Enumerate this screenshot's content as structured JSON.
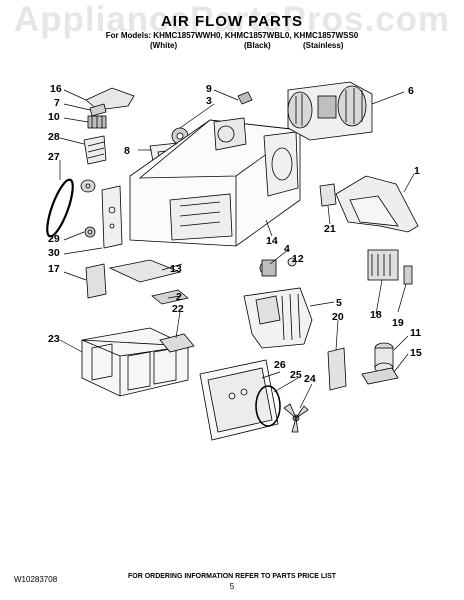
{
  "watermark": "AppliancePartsPros.com",
  "title": "AIR FLOW PARTS",
  "models": "For Models: KHMC1857WWH0, KHMC1857WBL0, KHMC1857WSS0",
  "variants": [
    "(White)",
    "(Black)",
    "(Stainless)"
  ],
  "callouts": [
    "16",
    "7",
    "10",
    "28",
    "27",
    "29",
    "30",
    "17",
    "23",
    "9",
    "3",
    "8",
    "13",
    "2",
    "22",
    "14",
    "4",
    "12",
    "26",
    "25",
    "24",
    "6",
    "1",
    "21",
    "5",
    "20",
    "18",
    "19",
    "11",
    "15"
  ],
  "footer": {
    "doc_number": "W10283708",
    "notice": "FOR ORDERING INFORMATION REFER TO PARTS PRICE LIST",
    "page": "5"
  }
}
